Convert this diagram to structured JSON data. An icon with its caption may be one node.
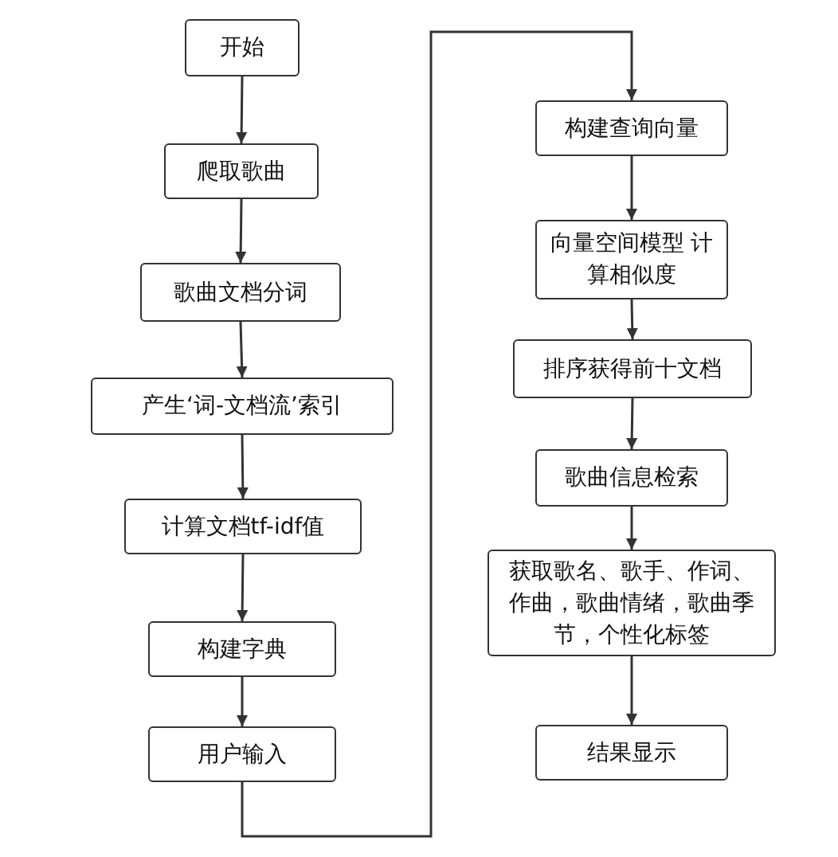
{
  "diagram": {
    "nodes": [
      {
        "text": [
          "开始"
        ]
      },
      {
        "text": [
          "爬取歌曲"
        ]
      },
      {
        "text": [
          "歌曲文档分词"
        ]
      },
      {
        "text": [
          "产生‘词-文档流’索引"
        ]
      },
      {
        "text": [
          "计算文档tf-idf值"
        ]
      },
      {
        "text": [
          "构建字典"
        ]
      },
      {
        "text": [
          "用户输入"
        ]
      },
      {
        "text": [
          "构建查询向量"
        ]
      },
      {
        "text": [
          "向量空间模型 计算相似度"
        ]
      },
      {
        "text": [
          "排序获得前十文档"
        ]
      },
      {
        "text": [
          "歌曲信息检索"
        ]
      },
      {
        "text": [
          "获取歌名、歌手、作词、作曲，歌曲情绪，歌曲季节，个性化标签"
        ]
      },
      {
        "text": [
          "结果显示"
        ]
      }
    ],
    "edges": [
      {
        "from": 0,
        "to": 1,
        "arrow": "to"
      },
      {
        "from": 1,
        "to": 2,
        "arrow": "to"
      },
      {
        "from": 2,
        "to": 3,
        "arrow": "to"
      },
      {
        "from": 3,
        "to": 4,
        "arrow": "to"
      },
      {
        "from": 4,
        "to": 5,
        "arrow": "to"
      },
      {
        "from": 5,
        "to": 6,
        "arrow": "to"
      },
      {
        "from": 6,
        "to": 7,
        "arrow": "to"
      },
      {
        "from": 7,
        "to": 8,
        "arrow": "to"
      },
      {
        "from": 8,
        "to": 9,
        "arrow": "to"
      },
      {
        "from": 9,
        "to": 10,
        "arrow": "to"
      },
      {
        "from": 10,
        "to": 11,
        "arrow": "to"
      },
      {
        "from": 11,
        "to": 12,
        "arrow": "to"
      }
    ]
  }
}
